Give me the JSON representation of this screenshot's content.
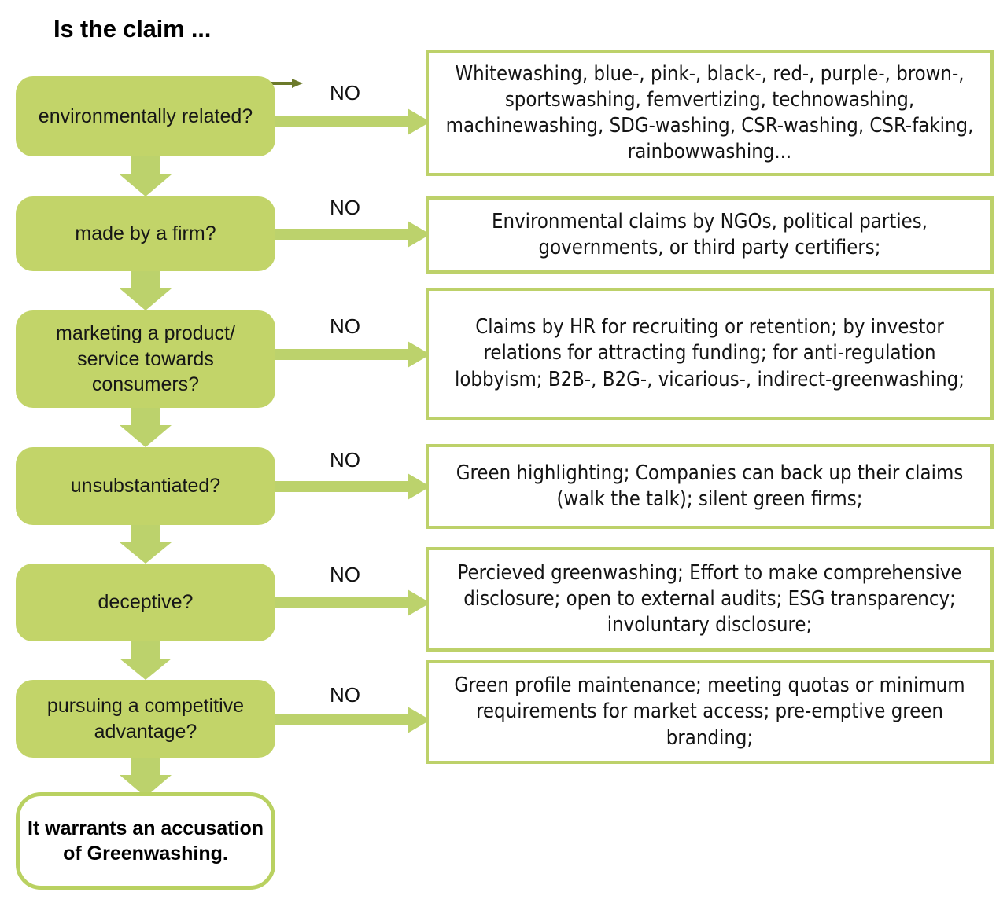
{
  "title": "Is the claim ...",
  "colors": {
    "green_fill": "#c2d469",
    "green_border": "#bdd16a",
    "arrow_green": "#bcd26c",
    "thin_arrow": "#6c7a2a",
    "text": "#141414",
    "white": "#ffffff"
  },
  "branch_label": "NO",
  "steps": [
    {
      "id": "environmentally-related",
      "question": "environmentally related?",
      "no_label": "NO",
      "result": "Whitewashing, blue-, pink-, black-, red-, purple-, brown-, sportswashing, femvertizing, technowashing, machinewashing, SDG-washing, CSR-washing, CSR-faking, rainbowwashing..."
    },
    {
      "id": "made-by-a-firm",
      "question": "made by a firm?",
      "no_label": "NO",
      "result": "Environmental claims by NGOs, political parties, governments, or third party certifiers;"
    },
    {
      "id": "marketing-to-consumers",
      "question": "marketing a product/ service towards consumers?",
      "no_label": "NO",
      "result": "Claims by HR for recruiting or retention; by investor relations for attracting funding; for anti-regulation lobbyism; B2B-, B2G-, vicarious-, indirect-greenwashing;"
    },
    {
      "id": "unsubstantiated",
      "question": "unsubstantiated?",
      "no_label": "NO",
      "result": "Green highlighting; Companies can back up their claims (walk the talk); silent green firms;"
    },
    {
      "id": "deceptive",
      "question": "deceptive?",
      "no_label": "NO",
      "result": "Percieved greenwashing; Effort to make comprehensive disclosure; open to external audits; ESG transparency; involuntary disclosure;"
    },
    {
      "id": "competitive-advantage",
      "question": "pursuing a competitive advantage?",
      "no_label": "NO",
      "result": "Green profile maintenance; meeting quotas or minimum requirements for market access; pre-emptive green branding;"
    }
  ],
  "conclusion": "It warrants an accusation of Greenwashing."
}
